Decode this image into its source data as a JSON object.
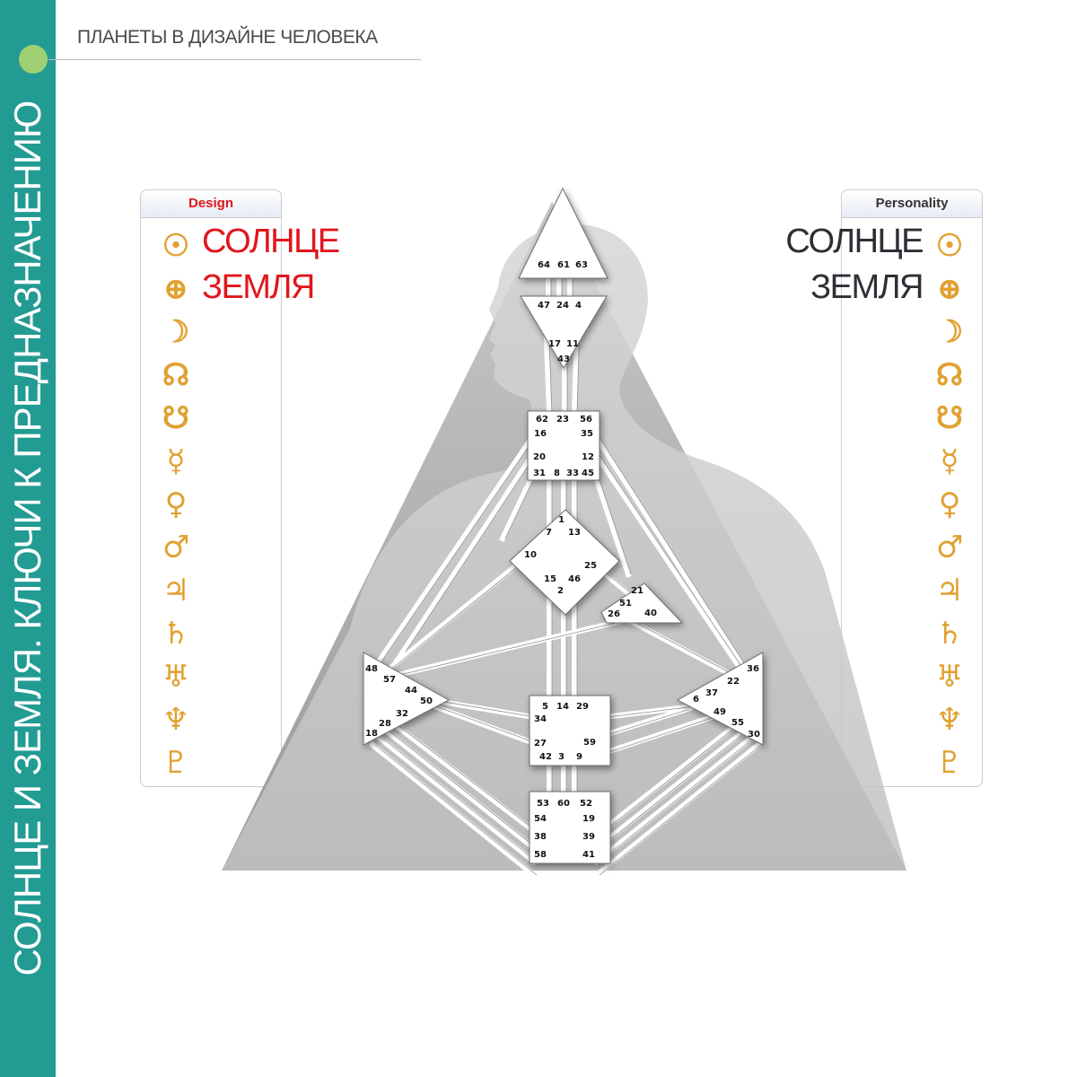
{
  "header": {
    "title": "ПЛАНЕТЫ В ДИЗАЙНЕ ЧЕЛОВЕКА"
  },
  "sidebar": {
    "title": "СОЛНЦЕ И ЗЕМЛЯ. КЛЮЧИ К ПРЕДНАЗНАЧЕНИЮ"
  },
  "design_panel": {
    "title": "Design",
    "sun_label": "СОЛНЦЕ",
    "earth_label": "ЗЕМЛЯ",
    "title_color": "#e0161c"
  },
  "personality_panel": {
    "title": "Personality",
    "sun_label": "СОЛНЦЕ",
    "earth_label": "ЗЕМЛЯ",
    "title_color": "#333333"
  },
  "planets": [
    {
      "name": "sun-icon",
      "glyph": "☉"
    },
    {
      "name": "earth-icon",
      "glyph": "⊕"
    },
    {
      "name": "moon-icon",
      "glyph": "☽"
    },
    {
      "name": "north-node-icon",
      "glyph": "☊"
    },
    {
      "name": "south-node-icon",
      "glyph": "☋"
    },
    {
      "name": "mercury-icon",
      "glyph": "☿"
    },
    {
      "name": "venus-icon",
      "glyph": "♀"
    },
    {
      "name": "mars-icon",
      "glyph": "♂"
    },
    {
      "name": "jupiter-icon",
      "glyph": "♃"
    },
    {
      "name": "saturn-icon",
      "glyph": "♄"
    },
    {
      "name": "uranus-icon",
      "glyph": "♅"
    },
    {
      "name": "neptune-icon",
      "glyph": "♆"
    },
    {
      "name": "pluto-icon",
      "glyph": "♇"
    }
  ],
  "colors": {
    "sidebar": "#229b93",
    "dot": "#9fcf73",
    "glyph": "#e1a131",
    "design_text": "#e0161c",
    "personality_text": "#2e2e36"
  },
  "bodygraph": {
    "centers": [
      {
        "name": "head-center",
        "gates": [
          "64",
          "61",
          "63"
        ]
      },
      {
        "name": "ajna-center",
        "gates": [
          "47",
          "24",
          "4",
          "17",
          "11",
          "43"
        ]
      },
      {
        "name": "throat-center",
        "gates": [
          "62",
          "23",
          "56",
          "16",
          "35",
          "20",
          "12",
          "31",
          "8",
          "33",
          "45"
        ]
      },
      {
        "name": "g-center",
        "gates": [
          "1",
          "7",
          "13",
          "10",
          "25",
          "15",
          "46",
          "2"
        ]
      },
      {
        "name": "heart-center",
        "gates": [
          "21",
          "51",
          "26",
          "40"
        ]
      },
      {
        "name": "spleen-center",
        "gates": [
          "48",
          "57",
          "44",
          "50",
          "32",
          "28",
          "18"
        ]
      },
      {
        "name": "sacral-center",
        "gates": [
          "5",
          "14",
          "29",
          "34",
          "27",
          "59",
          "42",
          "3",
          "9"
        ]
      },
      {
        "name": "solar-plexus-center",
        "gates": [
          "36",
          "22",
          "37",
          "6",
          "49",
          "55",
          "30"
        ]
      },
      {
        "name": "root-center",
        "gates": [
          "53",
          "60",
          "52",
          "54",
          "19",
          "38",
          "39",
          "58",
          "41"
        ]
      }
    ]
  }
}
